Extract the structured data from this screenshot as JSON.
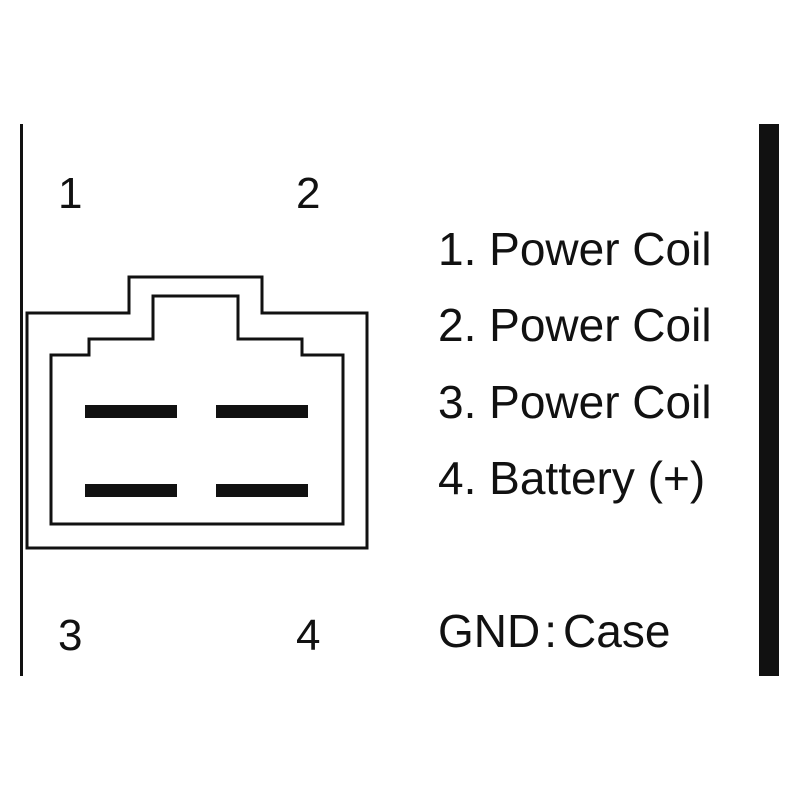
{
  "pins": {
    "p1": "1",
    "p2": "2",
    "p3": "3",
    "p4": "4"
  },
  "legend": {
    "items": [
      "1. Power Coil",
      "2. Power Coil",
      "3. Power Coil",
      "4. Battery (+)"
    ],
    "gnd_label": "GND",
    "gnd_separator": ":",
    "gnd_value": "Case"
  },
  "colors": {
    "line": "#111111",
    "background": "#ffffff"
  }
}
